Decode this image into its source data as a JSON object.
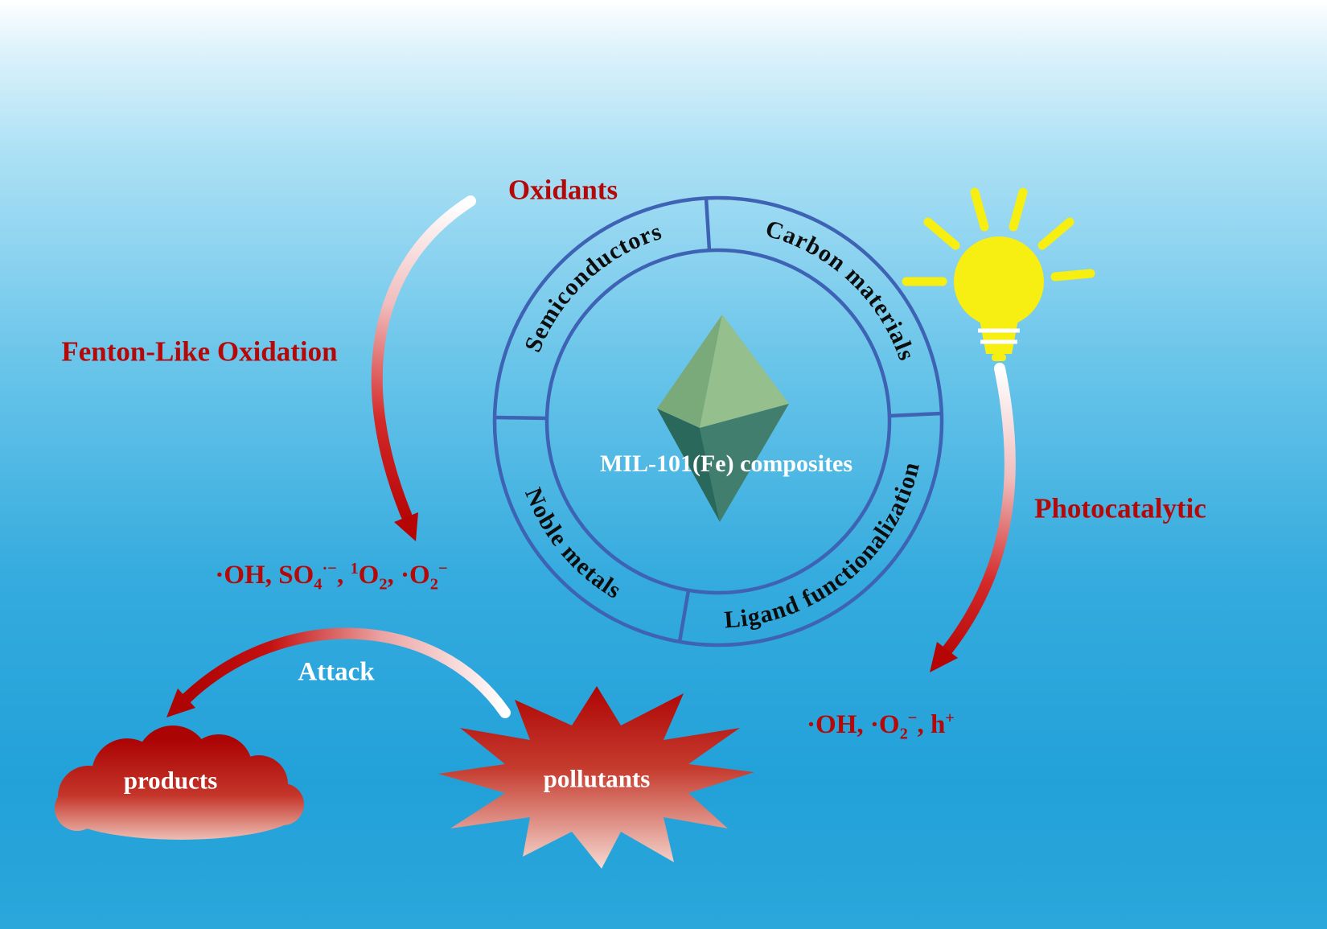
{
  "colors": {
    "accent_red": "#b50808",
    "ring_blue": "#3e63b4",
    "bulb_yellow": "#f7ee12",
    "text_white": "#ffffff",
    "octahedron_green_light": "#95bf8d",
    "octahedron_green": "#7aa97a",
    "octahedron_teal": "#417e6d",
    "octahedron_teal_dark": "#2b685c"
  },
  "ring": {
    "center_label": "MIL-101(Fe) composites",
    "segments": [
      {
        "label": "Semiconductors"
      },
      {
        "label": "Carbon materials"
      },
      {
        "label": "Ligand functionalization"
      },
      {
        "label": "Noble metals"
      }
    ]
  },
  "fenton_pathway": {
    "input_label": "Oxidants",
    "name": "Fenton-Like Oxidation",
    "species_parts": [
      {
        "t": "·OH, SO"
      },
      {
        "sub": "4"
      },
      {
        "sup": "·−"
      },
      {
        "t": ", "
      },
      {
        "sup": "1"
      },
      {
        "t": "O"
      },
      {
        "sub": "2"
      },
      {
        "t": ", ·O"
      },
      {
        "sub": "2"
      },
      {
        "sup": "−"
      }
    ]
  },
  "photocatalytic_pathway": {
    "name": "Photocatalytic",
    "species_parts": [
      {
        "t": "·OH, ·O"
      },
      {
        "sub": "2"
      },
      {
        "sup": "−"
      },
      {
        "t": ", h"
      },
      {
        "sup": "+"
      }
    ]
  },
  "degradation": {
    "attack_label": "Attack",
    "pollutants_label": "pollutants",
    "products_label": "products"
  }
}
